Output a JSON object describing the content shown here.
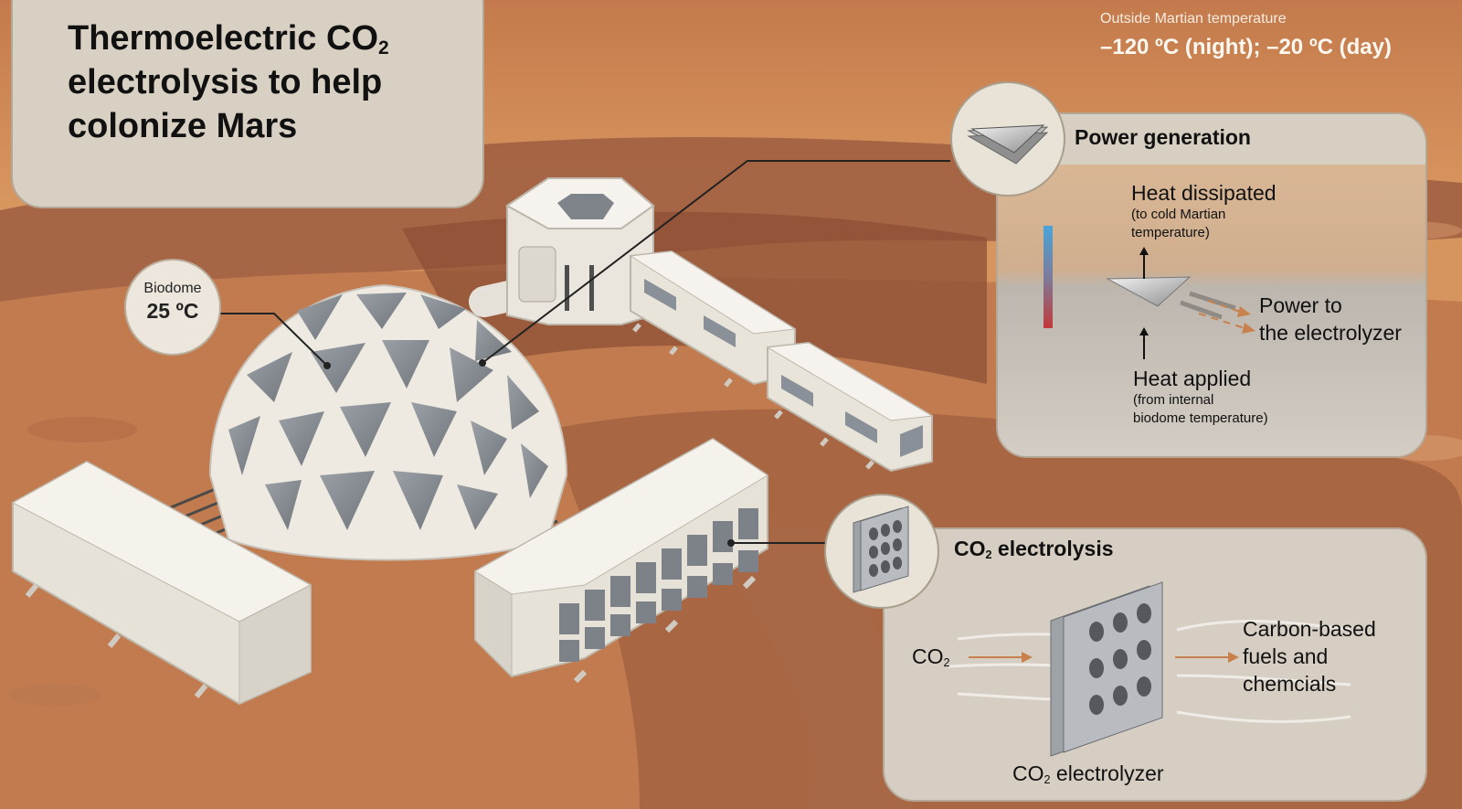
{
  "title": {
    "line1_prefix": "Thermoelectric CO",
    "line1_sub": "2",
    "line2": "electrolysis to help",
    "line3": "colonize Mars"
  },
  "outside": {
    "label": "Outside Martian temperature",
    "value": "–120 ºC (night); –20 ºC (day)"
  },
  "biodome": {
    "label": "Biodome",
    "temperature": "25 ºC"
  },
  "power_panel": {
    "heading": "Power generation",
    "heat_dissipated": "Heat dissipated",
    "heat_dissipated_note_1": "(to cold Martian",
    "heat_dissipated_note_2": "temperature)",
    "power_to_1": "Power to",
    "power_to_2": "the electrolyzer",
    "heat_applied": "Heat applied",
    "heat_applied_note_1": "(from internal",
    "heat_applied_note_2": "biodome temperature)"
  },
  "co2_panel": {
    "heading_prefix": "CO",
    "heading_sub": "2",
    "heading_suffix": " electrolysis",
    "input_prefix": "CO",
    "input_sub": "2",
    "output_1": "Carbon-based",
    "output_2": "fuels and",
    "output_3": "chemcials",
    "device_prefix": "CO",
    "device_sub": "2",
    "device_suffix": " electrolyzer"
  },
  "colors": {
    "mars_surface": "#c98a58",
    "mars_shadow": "#8a5238",
    "panel": "#d6cec2",
    "arrow": "#c8814d",
    "structure": "#efebe3",
    "window": "#8a9097"
  },
  "icons": [
    "thermoelectric-plate-icon",
    "electrolyzer-stack-icon",
    "temperature-bar-icon"
  ]
}
